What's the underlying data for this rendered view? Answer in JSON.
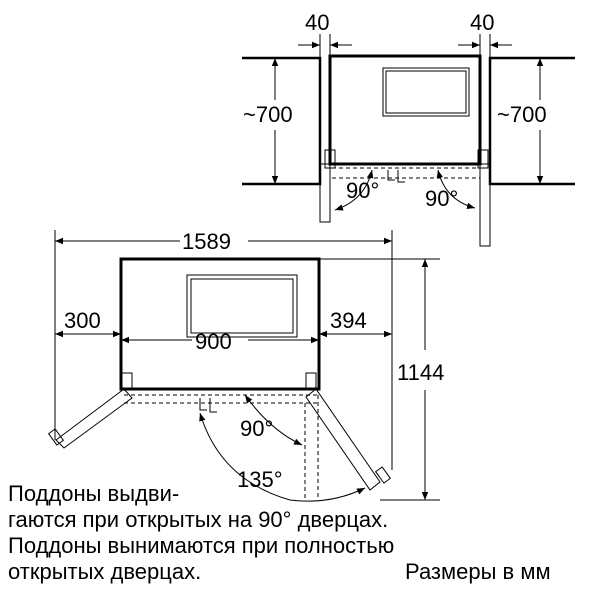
{
  "dimensions": {
    "top_left_gap": "40",
    "top_right_gap": "40",
    "left_depth": "~700",
    "right_depth": "~700",
    "top_left_angle": "90°",
    "top_right_angle": "90°",
    "total_width": "1589",
    "left_clearance": "300",
    "body_width": "900",
    "right_clearance": "394",
    "depth": "1144",
    "bottom_angle_90": "90°",
    "bottom_angle_135": "135°"
  },
  "caption": {
    "line1": "Поддоны выдви-",
    "line2": "гаются при открытых на 90° дверцах.",
    "line3": "Поддоны вынимаются при полностью",
    "line4": "открытых дверцах.",
    "units": "Размеры в мм"
  }
}
